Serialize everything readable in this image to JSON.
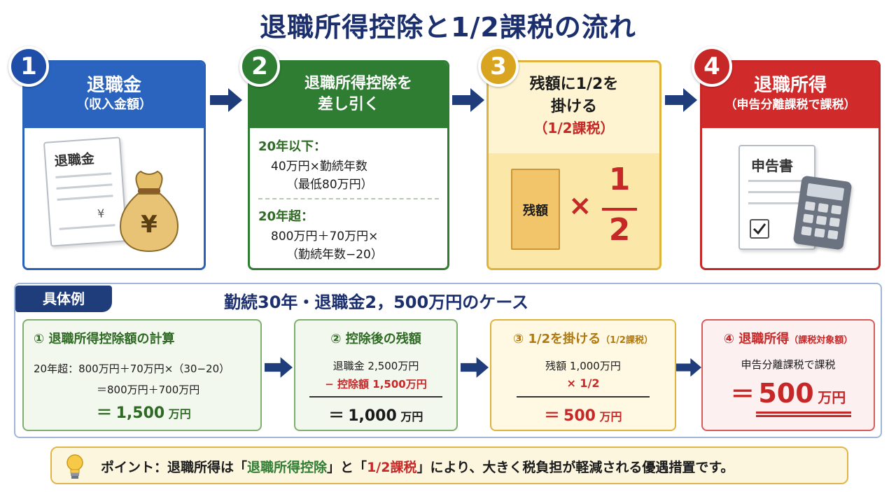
{
  "title": "退職所得控除と1/2課税の流れ",
  "steps": [
    {
      "num": "1",
      "title": "退職金",
      "subtitle": "（収入金額）",
      "doc_label": "退職金",
      "doc_symbol": "¥",
      "bag_symbol": "¥"
    },
    {
      "num": "2",
      "title_line1": "退職所得控除を",
      "title_line2": "差し引く",
      "rule1_title": "20年以下：",
      "rule1_line1": "40万円×勤続年数",
      "rule1_line2": "（最低80万円）",
      "rule2_title": "20年超：",
      "rule2_line1": "800万円＋70万円×",
      "rule2_line2": "（勤続年数−20）"
    },
    {
      "num": "3",
      "title_line1": "残額に1/2を",
      "title_line2": "掛ける",
      "title_line3": "（1/2課税）",
      "box_label": "残額",
      "times": "×",
      "num_top": "1",
      "num_bottom": "2"
    },
    {
      "num": "4",
      "title": "退職所得",
      "subtitle": "（申告分離課税で課税）",
      "doc_label": "申告書"
    }
  ],
  "example": {
    "tag": "具体例",
    "title": "勤続30年・退職金2，500万円のケース",
    "cards": [
      {
        "title": "① 退職所得控除額の計算",
        "line1": "20年超：800万円＋70万円×（30−20）",
        "line2": "＝800万円＋700万円",
        "result_prefix": "＝",
        "result_num": "1,500",
        "result_unit": "万円"
      },
      {
        "title": "② 控除後の残額",
        "line1": "退職金  2,500万円",
        "line2": "− 控除額  1,500万円",
        "result_prefix": "＝",
        "result_num": "1,000",
        "result_unit": "万円"
      },
      {
        "title_main": "③ 1/2を掛ける",
        "title_sub": "（1/2課税）",
        "line1": "残額  1,000万円",
        "line2": "×   1/2",
        "result_prefix": "＝",
        "result_num": "500",
        "result_unit": "万円"
      },
      {
        "title_main": "④ 退職所得",
        "title_sub": "（課税対象額）",
        "line1": "申告分離課税で課税",
        "result_prefix": "＝",
        "result_num": "500",
        "result_unit": "万円"
      }
    ]
  },
  "point": {
    "label": "ポイント：",
    "text1": "退職所得は「",
    "hl1": "退職所得控除",
    "text2": "」と「",
    "hl2": "1/2課税",
    "text3": "」により、大きく税負担が軽減される優遇措置です。"
  },
  "colors": {
    "navy": "#1b2f6e",
    "blue": "#2a64be",
    "green": "#2e7d32",
    "gold": "#e0b33d",
    "red": "#d12a2a"
  }
}
